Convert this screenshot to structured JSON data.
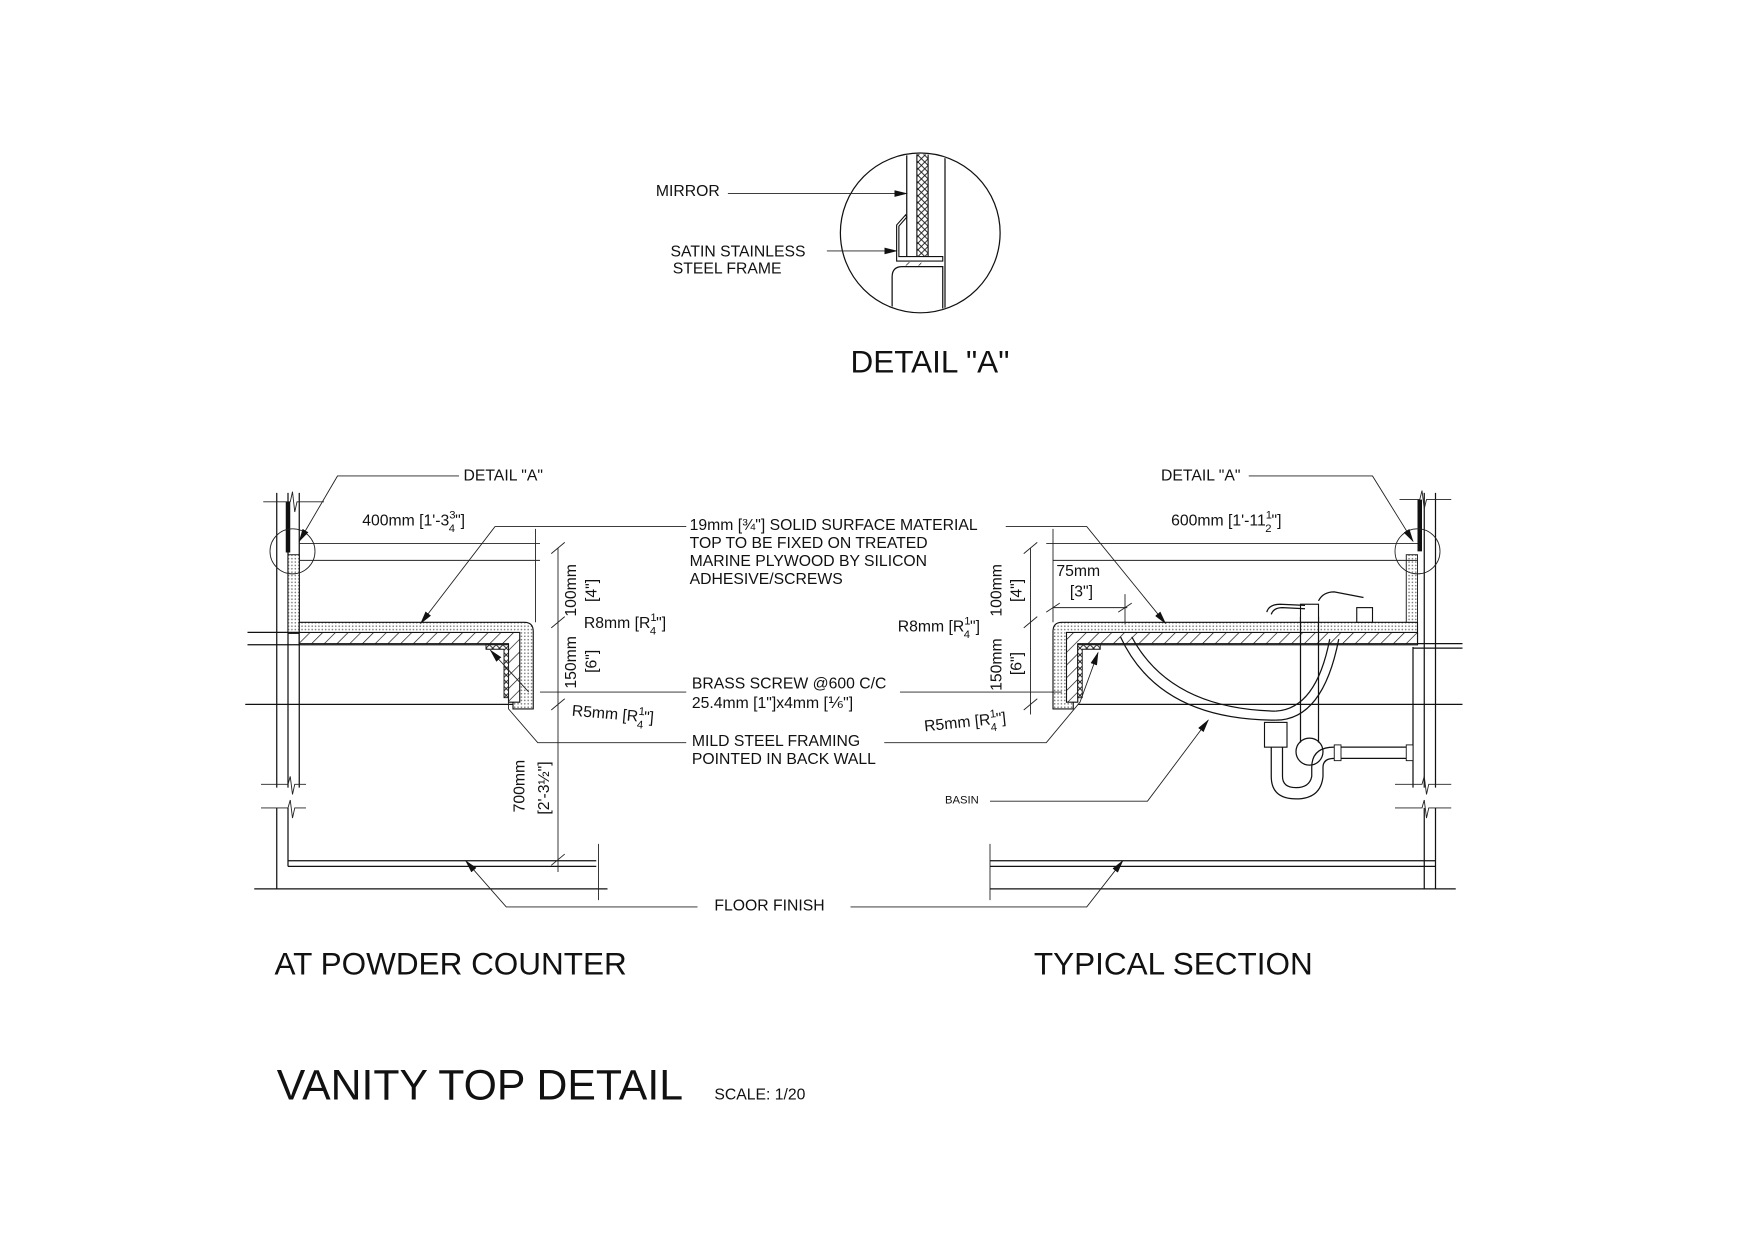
{
  "drawing": {
    "title": "VANITY TOP DETAIL",
    "scale": "SCALE: 1/20",
    "colors": {
      "ink": "#111111",
      "paper": "#ffffff",
      "fill_hatch": "#bdbdbd"
    }
  },
  "detail_a": {
    "title": "DETAIL \"A\"",
    "labels": {
      "mirror": "MIRROR",
      "frame_line1": "SATIN STAINLESS",
      "frame_line2": "STEEL FRAME"
    }
  },
  "notes": {
    "solid_surface": [
      "19mm [¾\"] SOLID SURFACE MATERIAL",
      "TOP TO BE FIXED ON TREATED",
      "MARINE PLYWOOD BY SILICON",
      "ADHESIVE/SCREWS"
    ],
    "brass_screw": [
      "BRASS SCREW @600 C/C",
      "25.4mm [1\"]x4mm [⅙\"]"
    ],
    "mild_steel": [
      "MILD STEEL FRAMING",
      "POINTED IN BACK WALL"
    ],
    "floor_finish": "FLOOR FINISH"
  },
  "powder_counter": {
    "title": "AT POWDER COUNTER",
    "detail_ref": "DETAIL \"A\"",
    "depth": {
      "main": "400mm [1'-3",
      "frac_num": "3",
      "frac_den": "4",
      "tail": "\"]"
    },
    "dim_100": "100mm",
    "dim_100_in": "[4\"]",
    "dim_150": "150mm",
    "dim_150_in": "[6\"]",
    "dim_700": "700mm",
    "dim_700_in": "[2'-3½\"]",
    "r8": {
      "main": "R8mm [R",
      "frac_num": "1",
      "frac_den": "4",
      "tail": "\"]"
    },
    "r5": {
      "main": "R5mm [R",
      "frac_num": "1",
      "frac_den": "4",
      "tail": "\"]"
    }
  },
  "typical_section": {
    "title": "TYPICAL SECTION",
    "detail_ref": "DETAIL \"A\"",
    "depth": {
      "main": "600mm [1'-11",
      "frac_num": "1",
      "frac_den": "2",
      "tail": "\"]"
    },
    "dim_75": "75mm",
    "dim_75_in": "[3\"]",
    "dim_100": "100mm",
    "dim_100_in": "[4\"]",
    "dim_150": "150mm",
    "dim_150_in": "[6\"]",
    "r8": {
      "main": "R8mm [R",
      "frac_num": "1",
      "frac_den": "4",
      "tail": "\"]"
    },
    "r5": {
      "main": "R5mm [R",
      "frac_num": "1",
      "frac_den": "4",
      "tail": "\"]"
    },
    "basin": "BASIN"
  }
}
